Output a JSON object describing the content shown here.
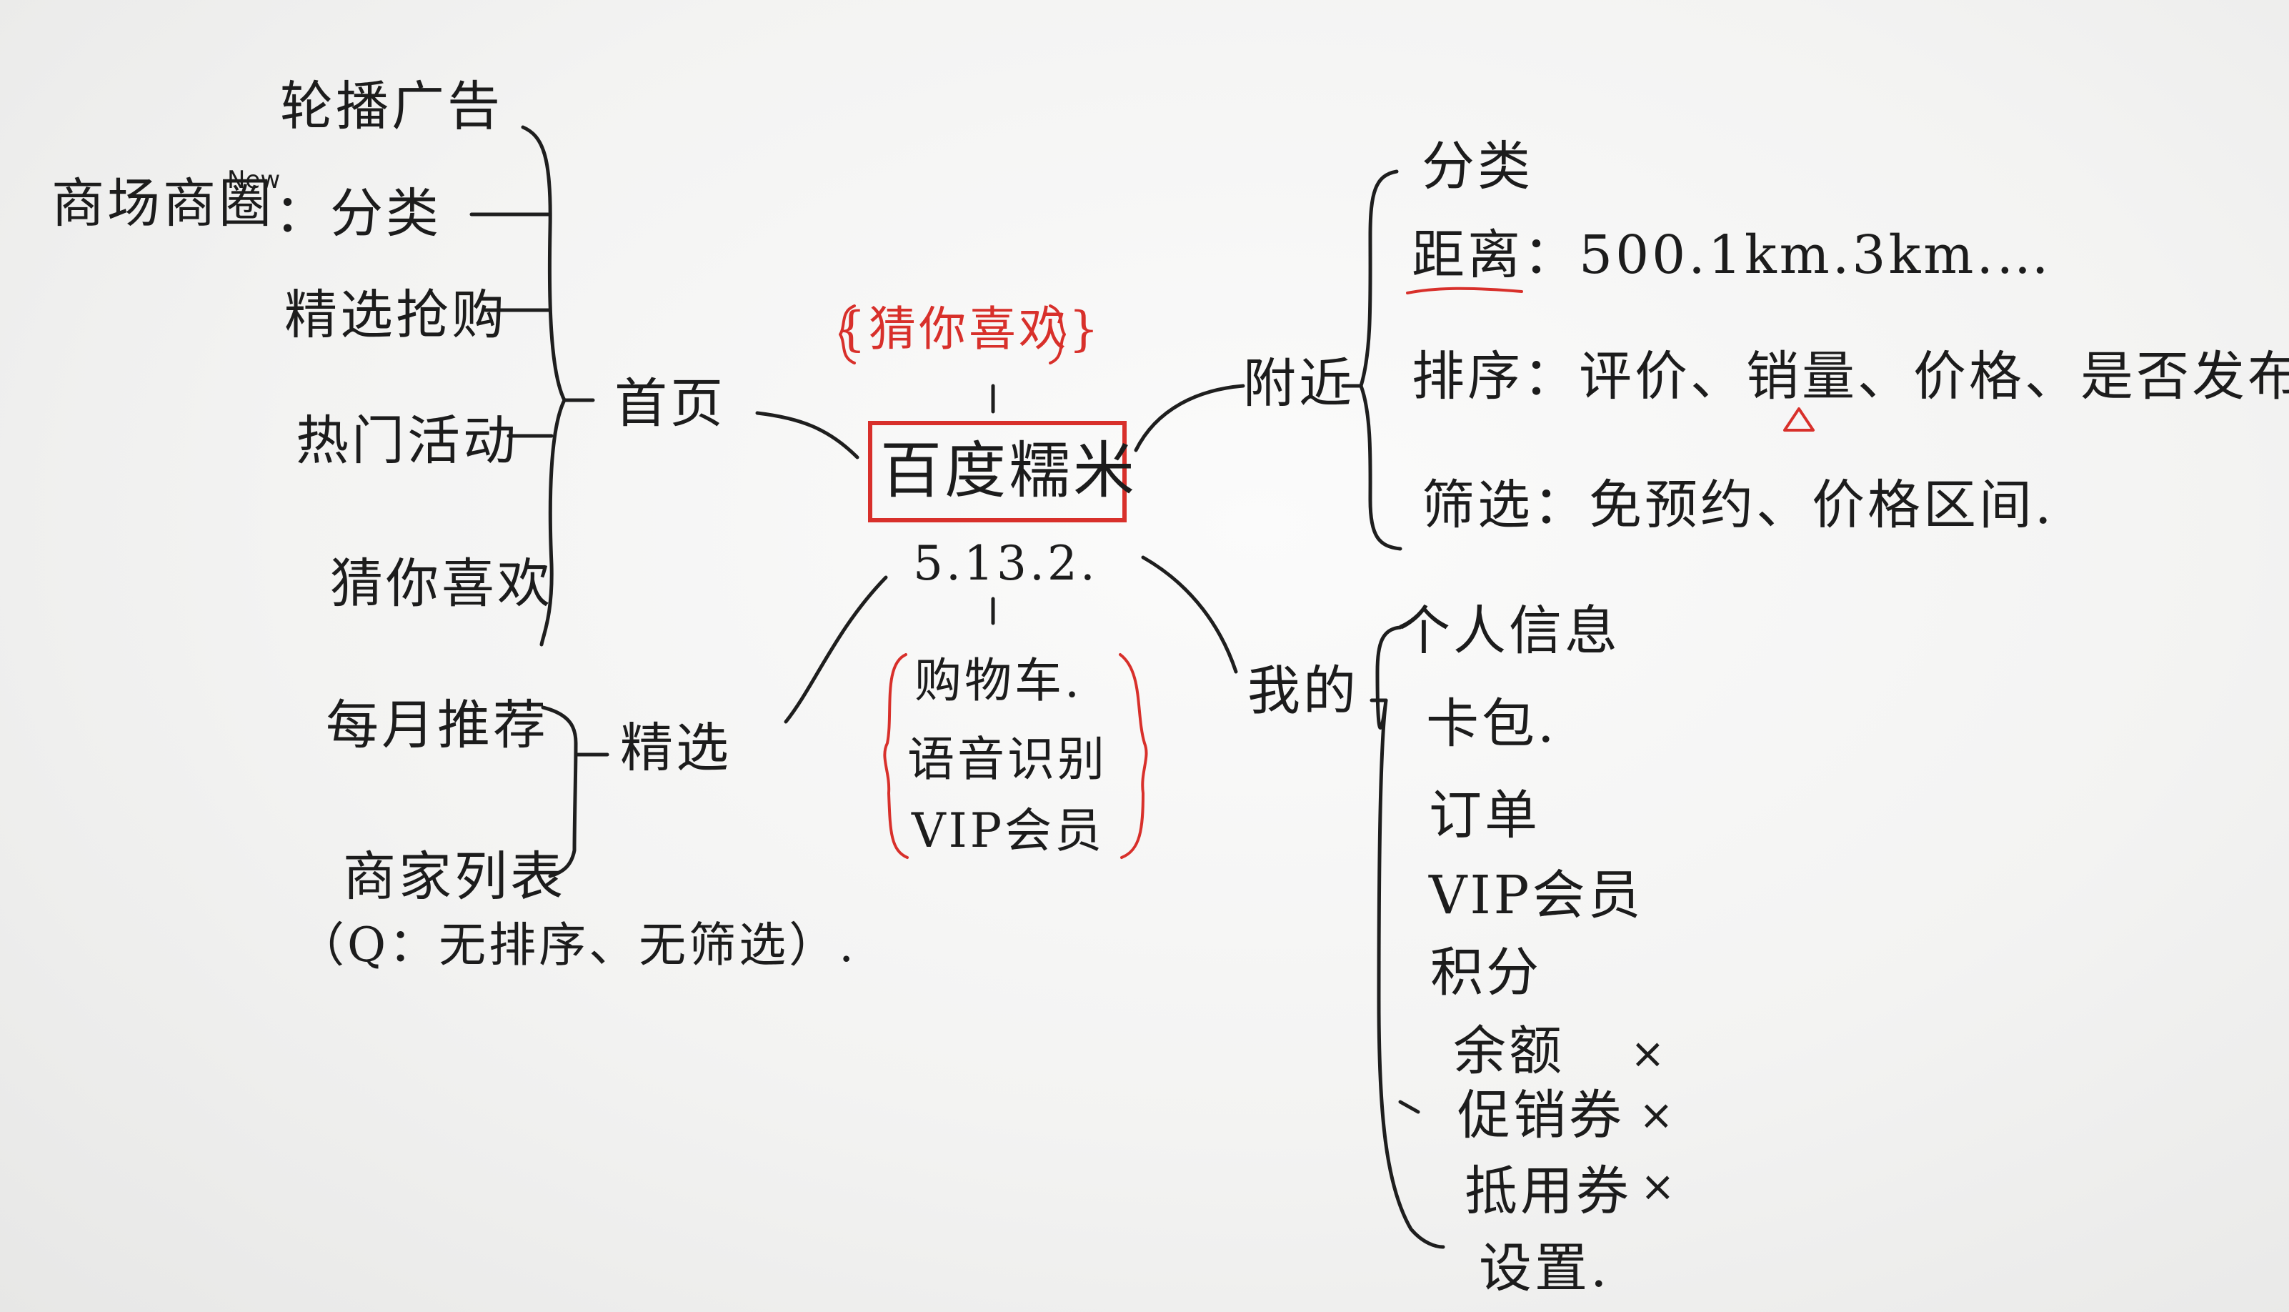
{
  "center": {
    "title": "百度糯米",
    "version": "5.13.2.",
    "top_note": "{猜你喜欢}",
    "bottom_notes": [
      "购物车.",
      "语音识别",
      "VIP会员"
    ]
  },
  "home": {
    "label": "首页",
    "items": [
      "轮播广告",
      "：分类",
      "精选抢购",
      "热门活动",
      "猜你喜欢"
    ],
    "mall_prefix": "商场商圈",
    "new_tag": "New"
  },
  "featured": {
    "label": "精选",
    "items": [
      "每月推荐",
      "商家列表"
    ],
    "note": "（Q：无排序、无筛选）."
  },
  "nearby": {
    "label": "附近",
    "items": [
      "分类",
      "距离：500.1km.3km.…",
      "排序：评价、销量、价格、是否发布",
      "筛选：免预约、价格区间."
    ]
  },
  "mine": {
    "label": "我的",
    "items": [
      "个人信息",
      "卡包.",
      "订单",
      "VIP会员",
      "积分",
      "余额",
      "促销券",
      "抵用券",
      "设置."
    ],
    "cross_mark": "×"
  }
}
